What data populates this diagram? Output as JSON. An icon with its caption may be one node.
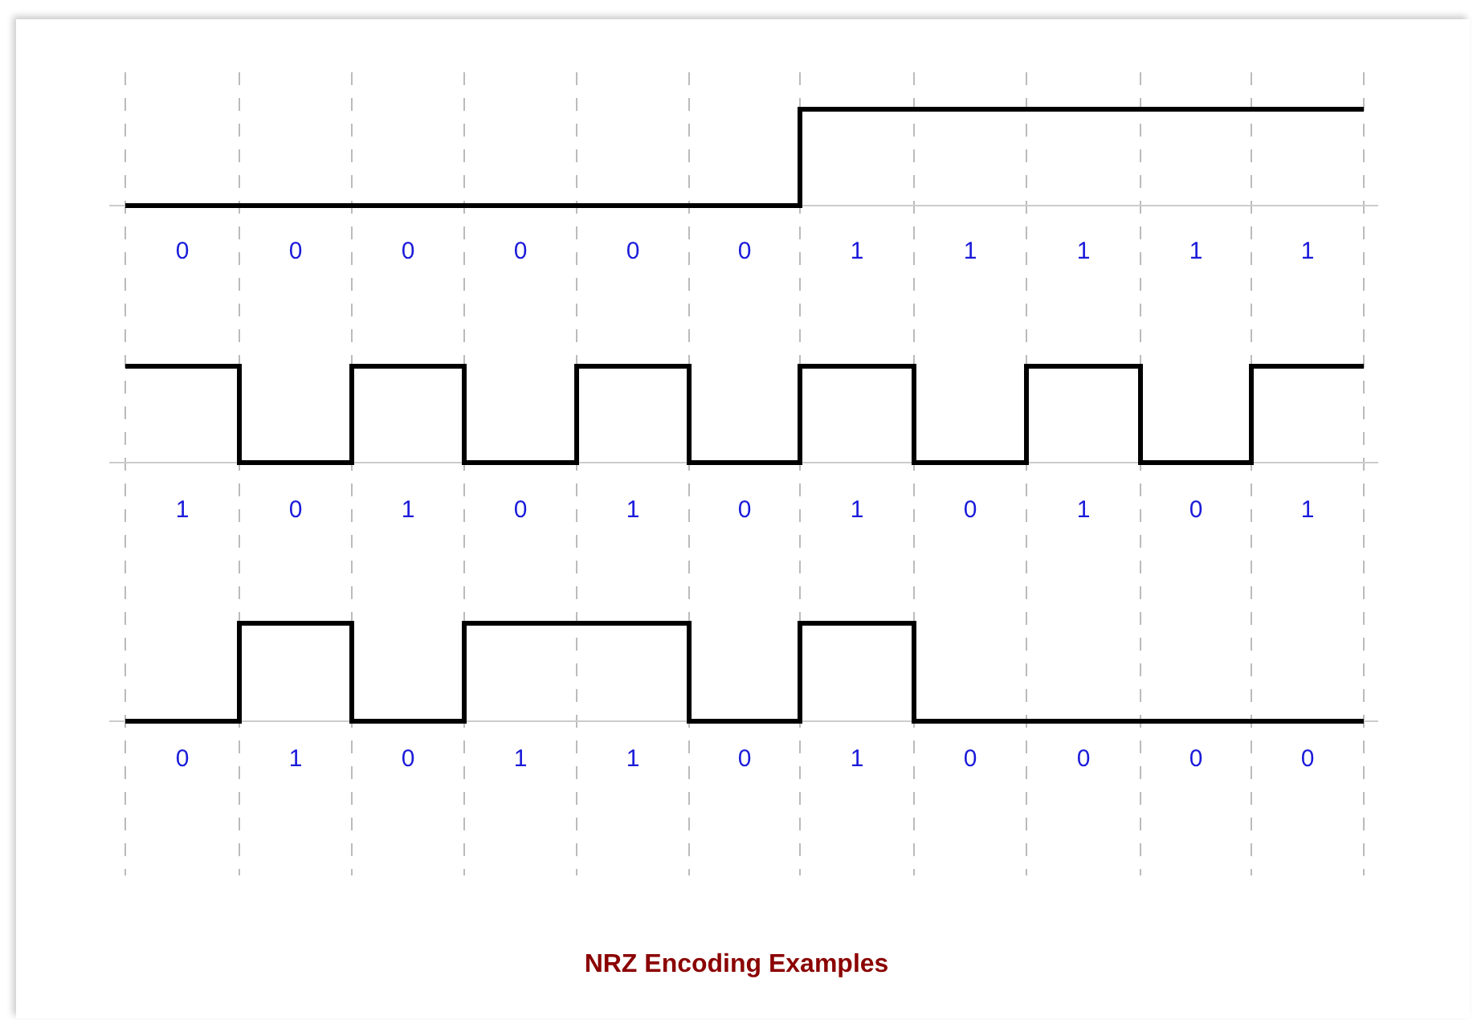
{
  "diagram": {
    "caption": "NRZ Encoding Examples",
    "labels": [
      "0",
      "0",
      "0",
      "0",
      "0",
      "0",
      "1",
      "1",
      "1",
      "1",
      "1",
      "1",
      "0",
      "1",
      "0",
      "1",
      "0",
      "1",
      "0",
      "1",
      "0",
      "1",
      "0",
      "1",
      "0",
      "1",
      "1",
      "0",
      "1",
      "0",
      "0",
      "0",
      "0"
    ]
  }
}
